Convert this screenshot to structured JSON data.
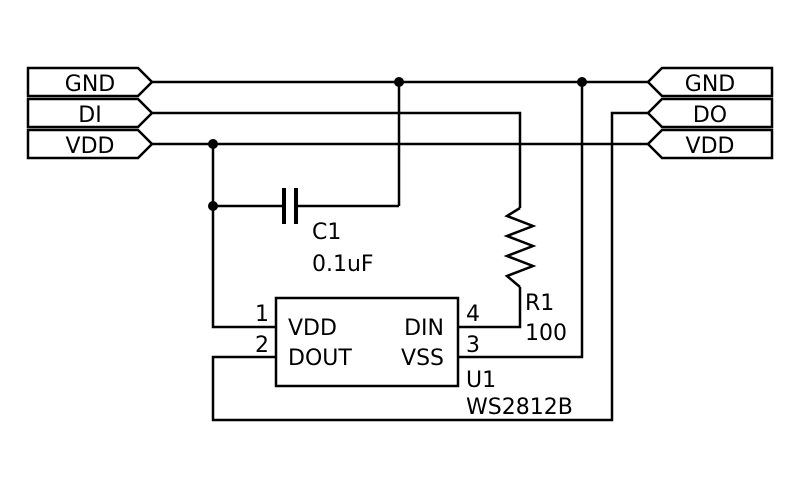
{
  "connectors": {
    "left": [
      {
        "label": "GND"
      },
      {
        "label": "DI"
      },
      {
        "label": "VDD"
      }
    ],
    "right": [
      {
        "label": "GND"
      },
      {
        "label": "DO"
      },
      {
        "label": "VDD"
      }
    ]
  },
  "capacitor": {
    "ref": "C1",
    "value": "0.1uF"
  },
  "resistor": {
    "ref": "R1",
    "value": "100"
  },
  "ic": {
    "ref": "U1",
    "part": "WS2812B",
    "pins": [
      {
        "number": "1",
        "name": "VDD"
      },
      {
        "number": "2",
        "name": "DOUT"
      },
      {
        "number": "3",
        "name": "VSS"
      },
      {
        "number": "4",
        "name": "DIN"
      }
    ]
  },
  "colors": {
    "ink": "#000000",
    "background": "#ffffff"
  }
}
